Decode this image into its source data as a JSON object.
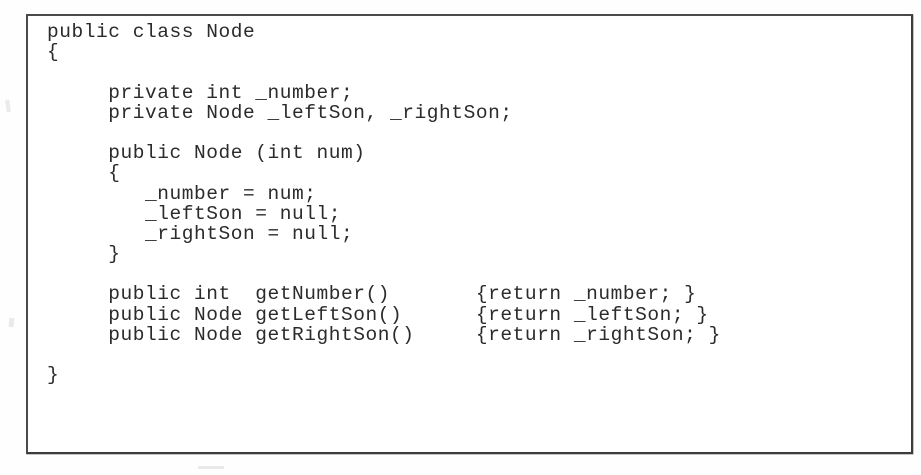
{
  "document": {
    "kind": "scanned-code-listing",
    "language": "Java",
    "class_name": "Node",
    "colors": {
      "page_background": "#ffffff",
      "box_border": "#4a4a4a",
      "code_text": "#2b2b2b"
    }
  },
  "code": {
    "lines": [
      "public class Node",
      "{",
      "",
      "     private int _number;",
      "     private Node _leftSon, _rightSon;",
      "",
      "     public Node (int num)",
      "     {",
      "        _number = num;",
      "        _leftSon = null;",
      "        _rightSon = null;",
      "     }",
      "",
      "     public int  getNumber()       {return _number; }",
      "     public Node getLeftSon()      {return _leftSon; }",
      "     public Node getRightSon()     {return _rightSon; }",
      "",
      "}"
    ],
    "fields": [
      {
        "modifier": "private",
        "type": "int",
        "name": "_number"
      },
      {
        "modifier": "private",
        "type": "Node",
        "name": "_leftSon"
      },
      {
        "modifier": "private",
        "type": "Node",
        "name": "_rightSon"
      }
    ],
    "constructor": {
      "signature": "public Node (int num)",
      "parameter": "num",
      "body": [
        "_number = num;",
        "_leftSon = null;",
        "_rightSon = null;"
      ]
    },
    "methods": [
      {
        "signature": "public int  getNumber()",
        "body": "{return _number; }"
      },
      {
        "signature": "public Node getLeftSon()",
        "body": "{return _leftSon; }"
      },
      {
        "signature": "public Node getRightSon()",
        "body": "{return _rightSon; }"
      }
    ]
  }
}
